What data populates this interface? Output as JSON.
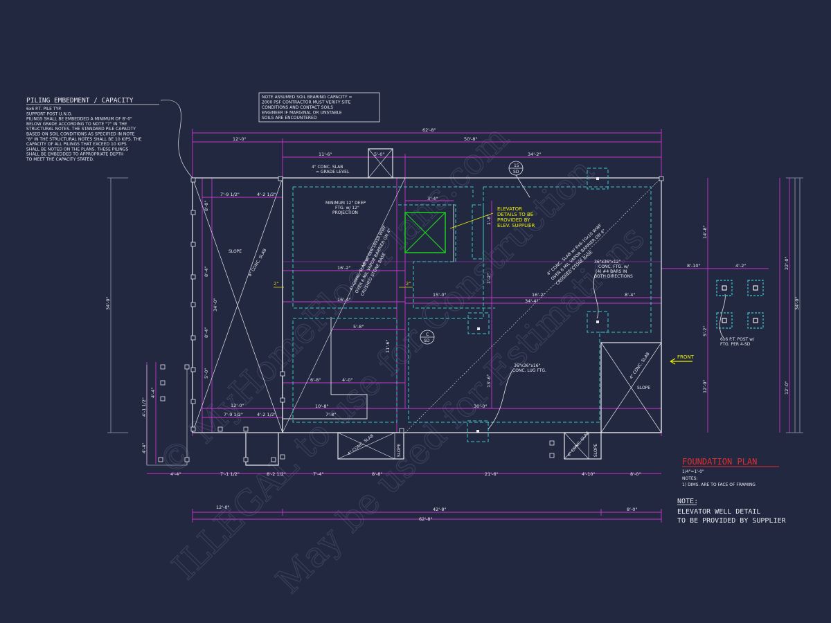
{
  "colors": {
    "background": "#222840",
    "dimension_magenta": "#cc33cc",
    "wall_white": "#e8e8ee",
    "footing_cyan": "#3cc8c8",
    "elevator_green": "#22cc22",
    "callout_yellow": "#f0f000",
    "title_red": "#e03030",
    "grade_yellow": "#d8c820",
    "watermark_gray": "#4d5370"
  },
  "piling_notes": {
    "title": "PILING EMBEDMENT / CAPACITY",
    "lines": [
      "6x6 P.T. PILE TYP.",
      "SUPPORT POST U.N.O.",
      "PILINGS SHALL BE EMBEDDED A MINIMUM OF 8'-0\"",
      "BELOW GRADE ACCORDING TO NOTE \"7\" IN THE",
      "STRUCTURAL NOTES. THE STANDARD PILE CAPACITY",
      "BASED ON SOIL CONDITIONS AS SPECIFIED IN NOTE",
      "\"8\" IN THE STRUCTURAL NOTES SHALL BE 10 KIPS. THE",
      "CAPACITY OF ALL PILINGS THAT EXCEED 10 KIPS",
      "SHALL BE NOTED ON THE PLANS. THESE PILINGS",
      "SHALL BE EMBEDDED TO APPROPRIATE DEPTH",
      "TO MEET THE CAPACITY STATED."
    ]
  },
  "soil_note": {
    "lines": [
      "NOTE ASSUMED SOIL BEARING CAPACITY =",
      "2000 PSF CONTRACTOR MUST VERIFY SITE",
      "CONDITIONS AND CONTACT SOILS",
      "ENGINEER IF MARGINAL OR UNSTABLE",
      "SOILS ARE ENCOUNTERED"
    ]
  },
  "dimensions": {
    "top_overall": "62'-8\"",
    "top_left": "12'-0\"",
    "top_right": "50'-8\"",
    "top_a": "11'-6\"",
    "top_b": "5'-0\"",
    "top_c": "34'-2\"",
    "bottom_overall": "62'-8\"",
    "bottom_left": "12'-0\"",
    "bottom_mid": "42'-8\"",
    "bottom_right": "8'-0\"",
    "bottom_chain": [
      "4'-4\"",
      "7'-1 1/2\"",
      "8'-2 1/2\"",
      "7'-4\"",
      "8'-8\"",
      "21'-6\"",
      "4'-10\"",
      "8'-0\""
    ],
    "left_overall": "34'-0\"",
    "right_overall": "34'-0\"",
    "right_top": "22'-0\"",
    "right_bottom": "12'-0\"",
    "right_a": "14'-8\"",
    "right_b": "5'-2\"",
    "right_c": "12'-0\"",
    "interior": {
      "d1": "7'-9 1/2\"",
      "d2": "4'-2 1/2\"",
      "d3": "8'-0\"",
      "d4": "8'-4\"",
      "d5": "34'-0\"",
      "d6": "8'-4\"",
      "d7": "5'-0\"",
      "d8": "12'-0\"",
      "d9": "7'-9 1/2\"",
      "d10": "4'-2 1/2\"",
      "d11": "16'-2\"",
      "d12": "16'-4\"",
      "d13": "3'-4\"",
      "d14": "11'-6\"",
      "d15": "5'-8\"",
      "d16": "6'-8\"",
      "d17": "4'-0\"",
      "d18": "10'-8\"",
      "d19": "7'-8\"",
      "d20": "30'-0\"",
      "d21": "15'-0\"",
      "d22": "16'-2\"",
      "d23": "34'-4\"",
      "d24": "8'-4\"",
      "d25": "8'-10\"",
      "d26": "4'-2\"",
      "d27": "13'-6\"",
      "d28": "1'-8\"",
      "d29": "1'-2\"",
      "d30": "4'-4\"",
      "d31": "4'-4\"",
      "d32": "4'-1 1/2\""
    }
  },
  "labels": {
    "slab_top": [
      "4\" CONC. SLAB",
      "= GRADE LEVEL"
    ],
    "min_ftg": [
      "MINIMUM 12\" DEEP",
      "FTG. w/ 12\"",
      "PROJECTION"
    ],
    "elevator": [
      "ELEVATOR",
      "DETAILS TO BE",
      "PROVIDED BY",
      "ELEV. SUPPLIER"
    ],
    "slope": "SLOPE",
    "conc_slab": "4\" CONC. SLAB",
    "slab_left_diag": [
      "4\" CONC. SLAB w/ 6x6-10x10 WWF",
      "OVER 6 MIL VAPOR BARRIER ON 4\"",
      "CRUSHED STONE BASE"
    ],
    "slab_right_diag": [
      "4\" CONC. SLAB w/ 6x6-10x10 WWF",
      "OVER 6 MIL VAPOR BARRIER ON 4\"",
      "CRUSHED STONE BASE"
    ],
    "ftg_36": [
      "36\"x36\"x12\"",
      "CONC. FTG. w/",
      "(4) #4 BARS IN",
      "BOTH DIRECTIONS"
    ],
    "lug_ftg": [
      "36\"x36\"x16\"",
      "CONC. LUG FTG."
    ],
    "post": [
      "6x6 P.T. POST w/",
      "FTG. PER 4-SD"
    ],
    "grade_left": "2\"",
    "grade_right": "2\"",
    "front": "FRONT",
    "detail_a_num": "15",
    "detail_a_sheet": "SD",
    "detail_b_num": "C",
    "detail_b_sheet": "SD"
  },
  "title_block": {
    "title": "FOUNDATION PLAN",
    "scale": "1/4\"=1'-0\"",
    "notes_head": "NOTES:",
    "notes_line": "1)  DIMS. ARE TO FACE OF FRAMING"
  },
  "bottom_note": {
    "head": "NOTE:",
    "line1": "ELEVATOR WELL DETAIL",
    "line2": "TO BE PROVIDED BY SUPPLIER"
  },
  "watermark": {
    "line1": "© MyHomeFloorPlans.com",
    "line2": "ILLEGAL to use for Construction",
    "line3": "May be used for Estimations"
  }
}
